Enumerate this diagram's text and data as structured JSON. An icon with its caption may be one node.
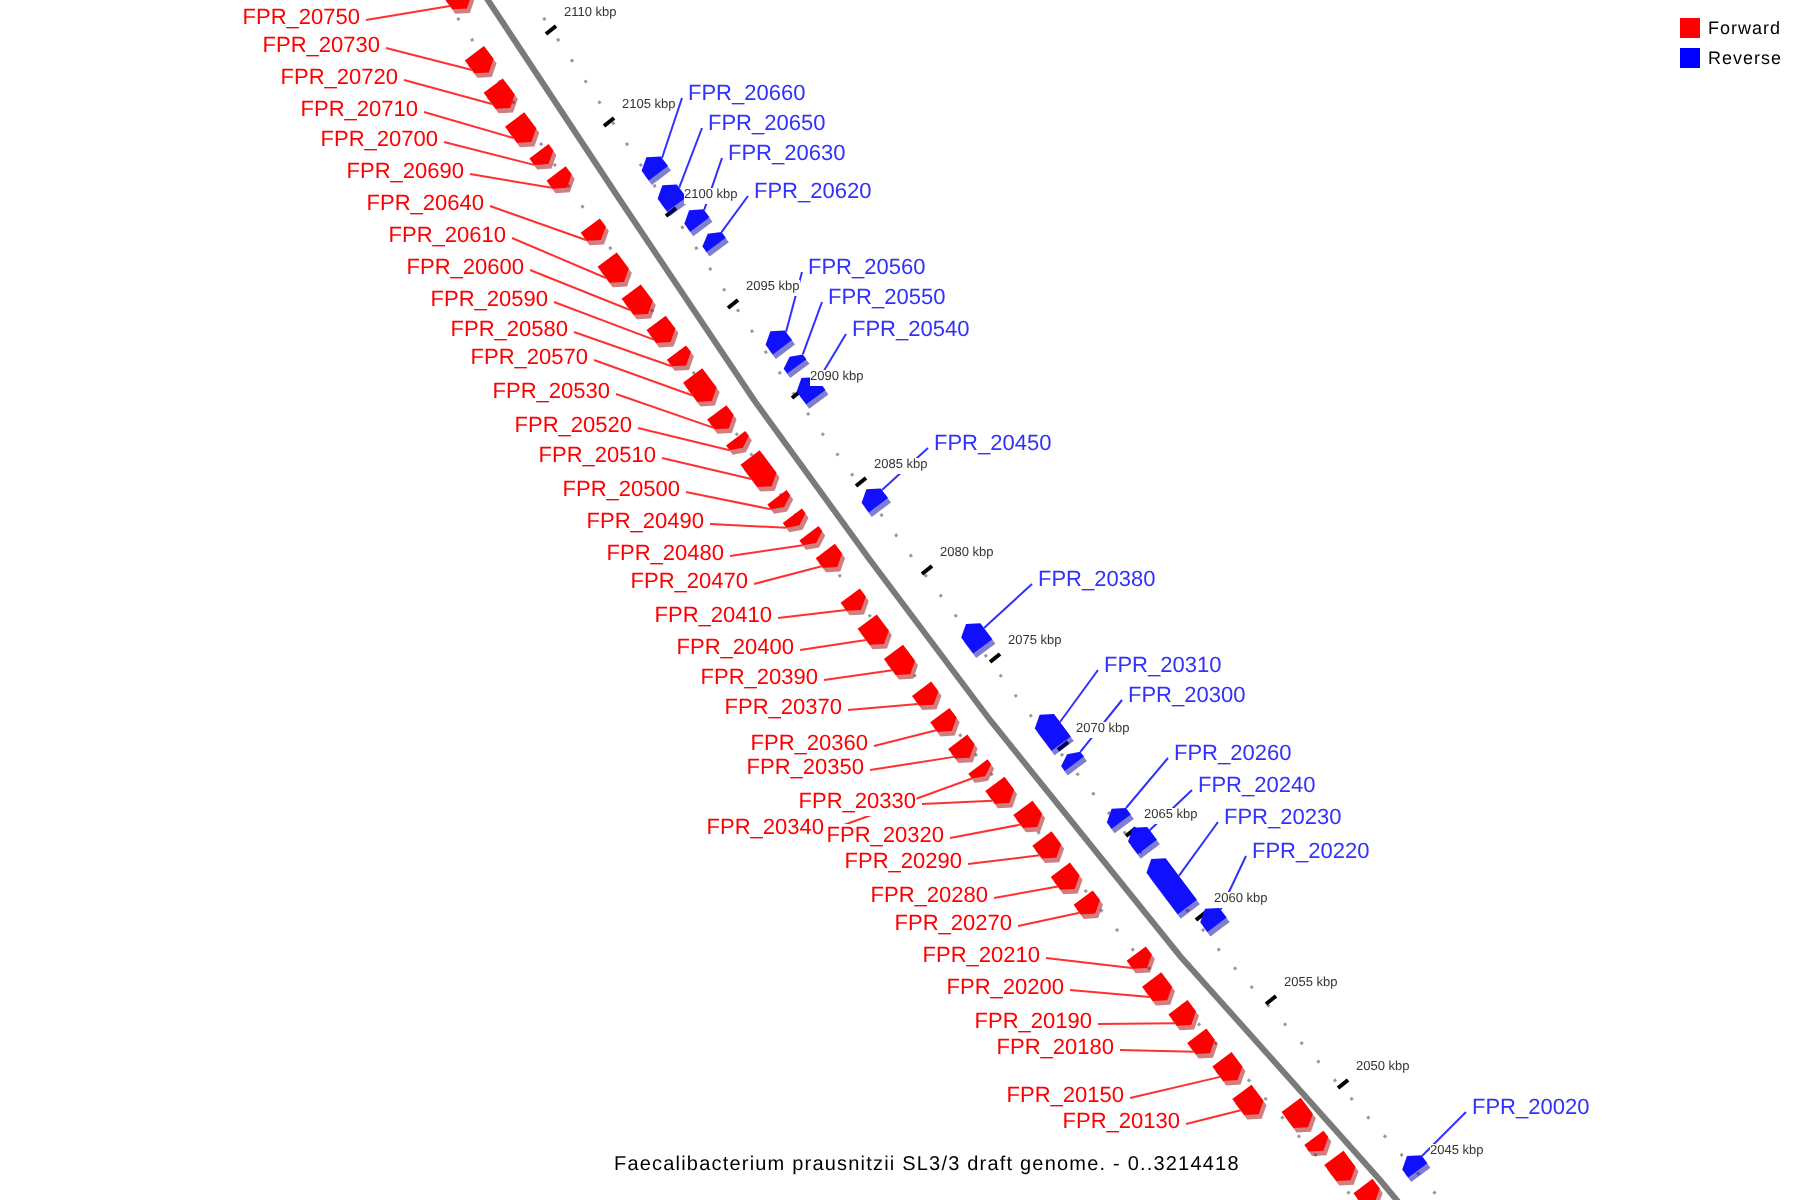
{
  "diagram": {
    "caption": "Faecalibacterium prausnitzii SL3/3 draft genome. - 0..3214418",
    "nodes": [
      {
        "text": [
          "FPR_20750"
        ]
      },
      {
        "text": [
          "FPR_20730"
        ]
      },
      {
        "text": [
          "FPR_20720"
        ]
      },
      {
        "text": [
          "FPR_20710"
        ]
      },
      {
        "text": [
          "FPR_20700"
        ]
      },
      {
        "text": [
          "FPR_20690"
        ]
      },
      {
        "text": [
          "FPR_20640"
        ]
      },
      {
        "text": [
          "FPR_20610"
        ]
      },
      {
        "text": [
          "FPR_20600"
        ]
      },
      {
        "text": [
          "FPR_20590"
        ]
      },
      {
        "text": [
          "FPR_20580"
        ]
      },
      {
        "text": [
          "FPR_20570"
        ]
      },
      {
        "text": [
          "FPR_20530"
        ]
      },
      {
        "text": [
          "FPR_20520"
        ]
      },
      {
        "text": [
          "FPR_20510"
        ]
      },
      {
        "text": [
          "FPR_20500"
        ]
      },
      {
        "text": [
          "FPR_20490"
        ]
      },
      {
        "text": [
          "FPR_20480"
        ]
      },
      {
        "text": [
          "FPR_20470"
        ]
      },
      {
        "text": [
          "FPR_20410"
        ]
      },
      {
        "text": [
          "FPR_20400"
        ]
      },
      {
        "text": [
          "FPR_20390"
        ]
      },
      {
        "text": [
          "FPR_20370"
        ]
      },
      {
        "text": [
          "FPR_20360"
        ]
      },
      {
        "text": [
          "FPR_20350"
        ]
      },
      {
        "text": [
          "FPR_20330"
        ]
      },
      {
        "text": [
          "FPR_20340"
        ]
      },
      {
        "text": [
          "FPR_20320"
        ]
      },
      {
        "text": [
          "FPR_20290"
        ]
      },
      {
        "text": [
          "FPR_20280"
        ]
      },
      {
        "text": [
          "FPR_20270"
        ]
      },
      {
        "text": [
          "FPR_20210"
        ]
      },
      {
        "text": [
          "FPR_20200"
        ]
      },
      {
        "text": [
          "FPR_20190"
        ]
      },
      {
        "text": [
          "FPR_20180"
        ]
      },
      {
        "text": [
          "FPR_20150"
        ]
      },
      {
        "text": [
          "FPR_20130"
        ]
      },
      {
        "text": [
          "FPR_20660"
        ]
      },
      {
        "text": [
          "FPR_20650"
        ]
      },
      {
        "text": [
          "FPR_20630"
        ]
      },
      {
        "text": [
          "FPR_20620"
        ]
      },
      {
        "text": [
          "FPR_20560"
        ]
      },
      {
        "text": [
          "FPR_20550"
        ]
      },
      {
        "text": [
          "FPR_20540"
        ]
      },
      {
        "text": [
          "FPR_20450"
        ]
      },
      {
        "text": [
          "FPR_20380"
        ]
      },
      {
        "text": [
          "FPR_20310"
        ]
      },
      {
        "text": [
          "FPR_20300"
        ]
      },
      {
        "text": [
          "FPR_20260"
        ]
      },
      {
        "text": [
          "FPR_20240"
        ]
      },
      {
        "text": [
          "FPR_20230"
        ]
      },
      {
        "text": [
          "FPR_20220"
        ]
      },
      {
        "text": [
          "FPR_20020"
        ]
      },
      {
        "text": [],
        "shape": "arrow"
      },
      {
        "text": [],
        "shape": "arrow"
      },
      {
        "text": [],
        "shape": "arrow"
      },
      {
        "text": [],
        "shape": "arrow"
      },
      {
        "text": [],
        "shape": "arrow"
      },
      {
        "text": [],
        "shape": "arrow"
      },
      {
        "text": [],
        "shape": "arrow"
      },
      {
        "text": [],
        "shape": "arrow"
      },
      {
        "text": [],
        "shape": "arrow"
      },
      {
        "text": [],
        "shape": "arrow"
      },
      {
        "text": [],
        "shape": "arrow"
      },
      {
        "text": [],
        "shape": "arrow"
      },
      {
        "text": [],
        "shape": "arrow"
      },
      {
        "text": [],
        "shape": "arrow"
      },
      {
        "text": [],
        "shape": "arrow"
      },
      {
        "text": [],
        "shape": "arrow"
      },
      {
        "text": [],
        "shape": "arrow"
      },
      {
        "text": [],
        "shape": "arrow"
      },
      {
        "text": [],
        "shape": "arrow"
      },
      {
        "text": [],
        "shape": "arrow"
      },
      {
        "text": [],
        "shape": "arrow"
      },
      {
        "text": [],
        "shape": "arrow"
      },
      {
        "text": [],
        "shape": "arrow"
      },
      {
        "text": [],
        "shape": "arrow"
      },
      {
        "text": [],
        "shape": "arrow"
      },
      {
        "text": [],
        "shape": "arrow"
      },
      {
        "text": [],
        "shape": "arrow"
      },
      {
        "text": [],
        "shape": "arrow"
      },
      {
        "text": [],
        "shape": "arrow"
      },
      {
        "text": [],
        "shape": "arrow"
      },
      {
        "text": [],
        "shape": "arrow"
      },
      {
        "text": [],
        "shape": "arrow"
      },
      {
        "text": [],
        "shape": "arrow"
      },
      {
        "text": [],
        "shape": "arrow"
      },
      {
        "text": [],
        "shape": "arrow"
      },
      {
        "text": [],
        "shape": "arrow"
      },
      {
        "text": [],
        "shape": "arrow"
      },
      {
        "text": [],
        "shape": "arrow"
      },
      {
        "text": [],
        "shape": "arrow"
      },
      {
        "text": [],
        "shape": "arrow"
      },
      {
        "text": [],
        "shape": "arrow"
      },
      {
        "text": [],
        "shape": "arrow"
      },
      {
        "text": [],
        "shape": "arrow"
      },
      {
        "text": [],
        "shape": "arrow"
      },
      {
        "text": [],
        "shape": "arrow"
      },
      {
        "text": [],
        "shape": "arrow"
      },
      {
        "text": [],
        "shape": "arrow"
      },
      {
        "text": [],
        "shape": "arrow"
      },
      {
        "text": [],
        "shape": "arrow"
      },
      {
        "text": [],
        "shape": "arrow"
      },
      {
        "text": [],
        "shape": "arrow"
      },
      {
        "text": [],
        "shape": "arrow"
      },
      {
        "text": [],
        "shape": "arrow"
      },
      {
        "text": [],
        "shape": "arrow"
      },
      {
        "text": [],
        "shape": "arrow"
      },
      {
        "text": [],
        "shape": "arrow"
      },
      {
        "text": [],
        "shape": "arrow"
      }
    ],
    "edges": [
      {
        "from": 0,
        "to": 53,
        "arrow": "none"
      },
      {
        "from": 1,
        "to": 54,
        "arrow": "none"
      },
      {
        "from": 2,
        "to": 55,
        "arrow": "none"
      },
      {
        "from": 3,
        "to": 56,
        "arrow": "none"
      },
      {
        "from": 4,
        "to": 57,
        "arrow": "none"
      },
      {
        "from": 5,
        "to": 58,
        "arrow": "none"
      },
      {
        "from": 6,
        "to": 59,
        "arrow": "none"
      },
      {
        "from": 7,
        "to": 60,
        "arrow": "none"
      },
      {
        "from": 8,
        "to": 61,
        "arrow": "none"
      },
      {
        "from": 9,
        "to": 62,
        "arrow": "none"
      },
      {
        "from": 10,
        "to": 63,
        "arrow": "none"
      },
      {
        "from": 11,
        "to": 64,
        "arrow": "none"
      },
      {
        "from": 12,
        "to": 65,
        "arrow": "none"
      },
      {
        "from": 13,
        "to": 66,
        "arrow": "none"
      },
      {
        "from": 14,
        "to": 67,
        "arrow": "none"
      },
      {
        "from": 15,
        "to": 68,
        "arrow": "none"
      },
      {
        "from": 16,
        "to": 69,
        "arrow": "none"
      },
      {
        "from": 17,
        "to": 70,
        "arrow": "none"
      },
      {
        "from": 18,
        "to": 71,
        "arrow": "none"
      },
      {
        "from": 19,
        "to": 72,
        "arrow": "none"
      },
      {
        "from": 20,
        "to": 73,
        "arrow": "none"
      },
      {
        "from": 21,
        "to": 74,
        "arrow": "none"
      },
      {
        "from": 22,
        "to": 75,
        "arrow": "none"
      },
      {
        "from": 23,
        "to": 76,
        "arrow": "none"
      },
      {
        "from": 24,
        "to": 77,
        "arrow": "none"
      },
      {
        "from": 25,
        "to": 78,
        "arrow": "none"
      },
      {
        "from": 26,
        "to": 79,
        "arrow": "none"
      },
      {
        "from": 27,
        "to": 80,
        "arrow": "none"
      },
      {
        "from": 28,
        "to": 81,
        "arrow": "none"
      },
      {
        "from": 29,
        "to": 82,
        "arrow": "none"
      },
      {
        "from": 30,
        "to": 83,
        "arrow": "none"
      },
      {
        "from": 31,
        "to": 84,
        "arrow": "none"
      },
      {
        "from": 32,
        "to": 85,
        "arrow": "none"
      },
      {
        "from": 33,
        "to": 86,
        "arrow": "none"
      },
      {
        "from": 34,
        "to": 87,
        "arrow": "none"
      },
      {
        "from": 35,
        "to": 88,
        "arrow": "none"
      },
      {
        "from": 36,
        "to": 89,
        "arrow": "none"
      },
      {
        "from": 37,
        "to": 90,
        "arrow": "none",
        "color": "#3030ff"
      },
      {
        "from": 38,
        "to": 91,
        "arrow": "none",
        "color": "#3030ff"
      },
      {
        "from": 39,
        "to": 92,
        "arrow": "none",
        "color": "#3030ff"
      },
      {
        "from": 40,
        "to": 93,
        "arrow": "none",
        "color": "#3030ff"
      },
      {
        "from": 41,
        "to": 94,
        "arrow": "none",
        "color": "#3030ff"
      },
      {
        "from": 42,
        "to": 95,
        "arrow": "none",
        "color": "#3030ff"
      },
      {
        "from": 43,
        "to": 96,
        "arrow": "none",
        "color": "#3030ff"
      },
      {
        "from": 44,
        "to": 97,
        "arrow": "none",
        "color": "#3030ff"
      },
      {
        "from": 45,
        "to": 98,
        "arrow": "none",
        "color": "#3030ff"
      },
      {
        "from": 46,
        "to": 99,
        "arrow": "none",
        "color": "#3030ff"
      },
      {
        "from": 47,
        "to": 100,
        "arrow": "none",
        "color": "#3030ff"
      },
      {
        "from": 48,
        "to": 101,
        "arrow": "none",
        "color": "#3030ff"
      },
      {
        "from": 49,
        "to": 102,
        "arrow": "none",
        "color": "#3030ff"
      },
      {
        "from": 50,
        "to": 103,
        "arrow": "none",
        "color": "#3030ff"
      },
      {
        "from": 51,
        "to": 104,
        "arrow": "none",
        "color": "#3030ff"
      },
      {
        "from": 52,
        "to": 105,
        "arrow": "none",
        "color": "#3030ff"
      }
    ],
    "labels": [
      "2110 kbp",
      "2105 kbp",
      "2100 kbp",
      "2095 kbp",
      "2090 kbp",
      "2085 kbp",
      "2080 kbp",
      "2075 kbp",
      "2070 kbp",
      "2065 kbp",
      "2060 kbp",
      "2055 kbp",
      "2050 kbp",
      "2045 kbp"
    ],
    "legend": [
      {
        "text": "Forward",
        "color": "#ff0000"
      },
      {
        "text": "Reverse",
        "color": "#0000ff"
      }
    ]
  }
}
